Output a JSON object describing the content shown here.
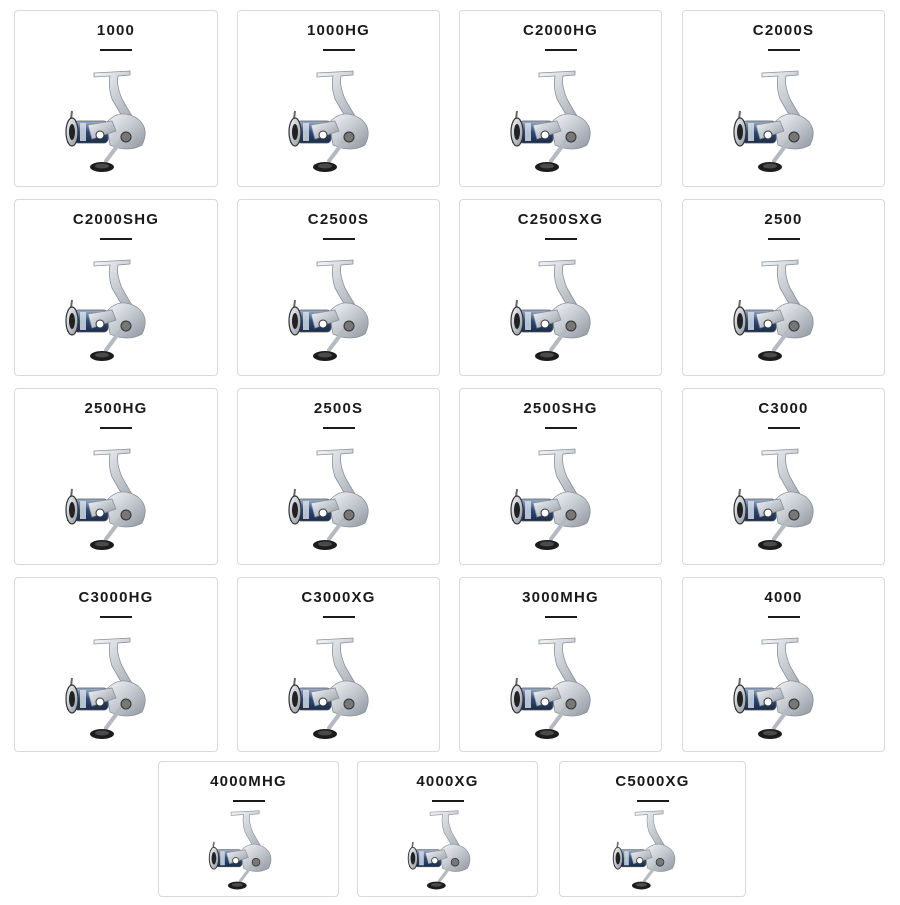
{
  "grid": {
    "models": [
      "1000",
      "1000HG",
      "C2000HG",
      "C2000S",
      "C2000SHG",
      "C2500S",
      "C2500SXG",
      "2500",
      "2500HG",
      "2500S",
      "2500SHG",
      "C3000",
      "C3000HG",
      "C3000XG",
      "3000MHG",
      "4000",
      "4000MHG",
      "4000XG",
      "C5000XG"
    ]
  },
  "icons": {
    "product": "spinning-reel-icon"
  },
  "colors": {
    "border": "#d9d9d9",
    "title": "#1a1a1a",
    "spool_accent": "#2b4a7a"
  }
}
